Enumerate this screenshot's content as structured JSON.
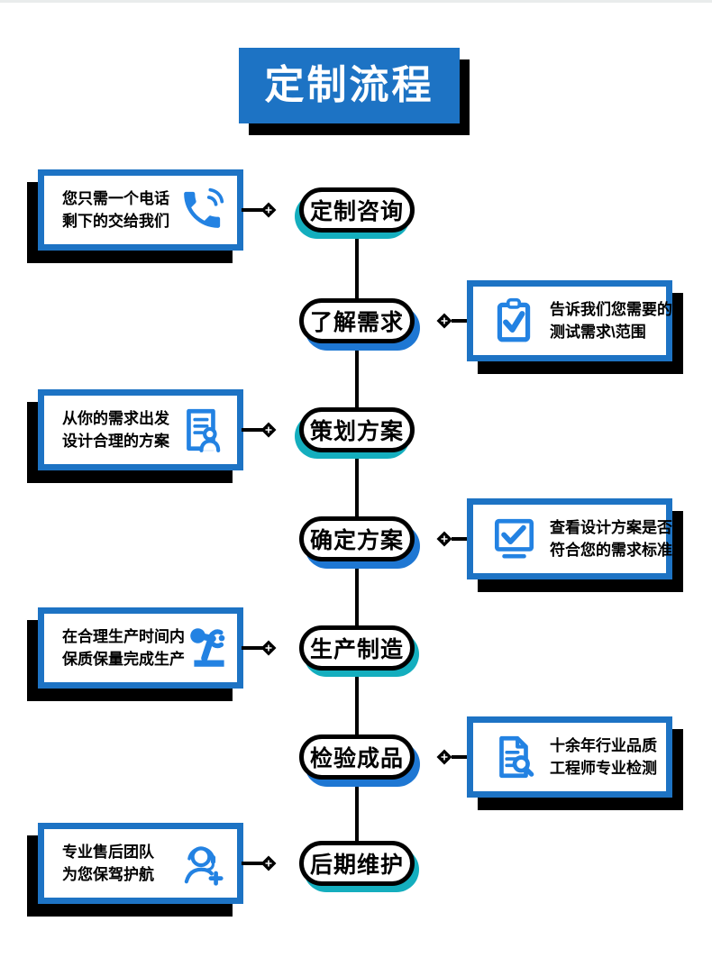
{
  "theme": {
    "accent_blue": "#1d73c4",
    "icon_blue": "#2382e2",
    "teal_shadow": "#14aebe",
    "blue_shadow": "#1e77d3",
    "shadow_black": "#000000",
    "top_strip": "#e9ecec"
  },
  "header": {
    "title": "定制流程"
  },
  "steps": [
    {
      "node": "定制咨询",
      "side": "left",
      "icon": "phone-icon",
      "line1": "您只需一个电话",
      "line2": "剩下的交给我们"
    },
    {
      "node": "了解需求",
      "side": "right",
      "icon": "clipboard-check-icon",
      "line1": "告诉我们您需要的",
      "line2": "测试需求\\范围"
    },
    {
      "node": "策划方案",
      "side": "left",
      "icon": "document-user-icon",
      "line1": "从你的需求出发",
      "line2": "设计合理的方案"
    },
    {
      "node": "确定方案",
      "side": "right",
      "icon": "monitor-check-icon",
      "line1": "查看设计方案是否",
      "line2": "符合您的需求标准"
    },
    {
      "node": "生产制造",
      "side": "left",
      "icon": "robot-arm-icon",
      "line1": "在合理生产时间内",
      "line2": "保质保量完成生产"
    },
    {
      "node": "检验成品",
      "side": "right",
      "icon": "document-search-icon",
      "line1": "十余年行业品质",
      "line2": "工程师专业检测"
    },
    {
      "node": "后期维护",
      "side": "left",
      "icon": "headset-user-icon",
      "line1": "专业售后团队",
      "line2": "为您保驾护航"
    }
  ]
}
